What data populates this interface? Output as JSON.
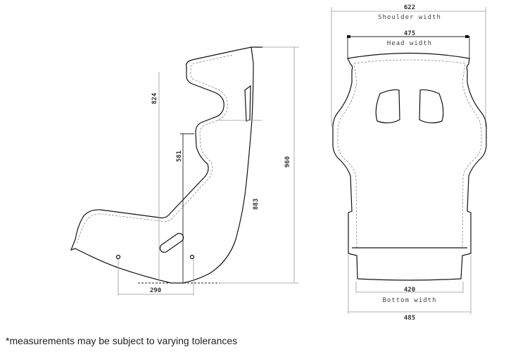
{
  "side_view": {
    "dims": {
      "d824": "824",
      "d581": "581",
      "d883": "883",
      "d960": "960",
      "d290": "290"
    }
  },
  "front_view": {
    "shoulder": {
      "value": "622",
      "label": "Shoulder width"
    },
    "head": {
      "value": "475",
      "label": "Head width"
    },
    "bottom": {
      "value": "420",
      "label": "Bottom width"
    },
    "base": {
      "value": "485"
    }
  },
  "footnote": "*measurements may be subject to varying tolerances"
}
